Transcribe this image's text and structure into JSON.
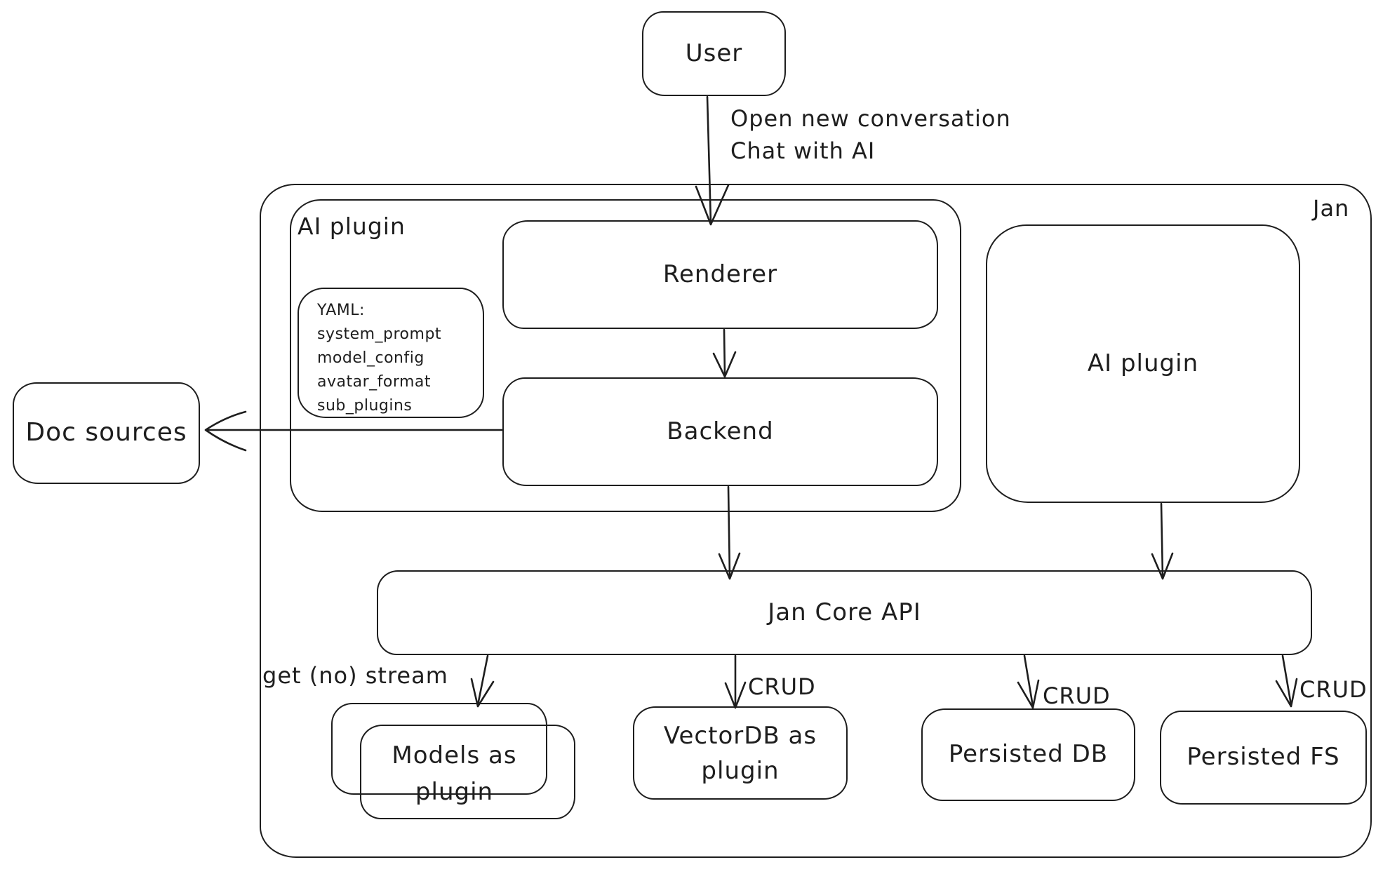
{
  "colors": {
    "stroke": "#1e1e1e",
    "canvas_bg": "#ffffff"
  },
  "diagram": {
    "outer_box_label": "Jan",
    "user": {
      "label": "User"
    },
    "edge_user_to_renderer": {
      "line1": "Open new conversation",
      "line2": "Chat with AI"
    },
    "ai_plugin_container": {
      "label": "AI plugin"
    },
    "renderer": {
      "label": "Renderer"
    },
    "yaml_note": {
      "lines": [
        "YAML:",
        "system_prompt",
        "model_config",
        "avatar_format",
        "sub_plugins"
      ]
    },
    "backend": {
      "label": "Backend"
    },
    "ai_plugin_right": {
      "label": "AI plugin"
    },
    "doc_sources": {
      "label": "Doc sources"
    },
    "jan_core_api": {
      "label": "Jan Core API"
    },
    "edge_core_to_models": {
      "label": "get (no) stream"
    },
    "crud_label": "CRUD",
    "models_plugin": {
      "line1": "Models as",
      "line2": "plugin"
    },
    "vectordb_plugin": {
      "line1": "VectorDB as",
      "line2": "plugin"
    },
    "persisted_db": {
      "label": "Persisted DB"
    },
    "persisted_fs": {
      "label": "Persisted FS"
    }
  }
}
